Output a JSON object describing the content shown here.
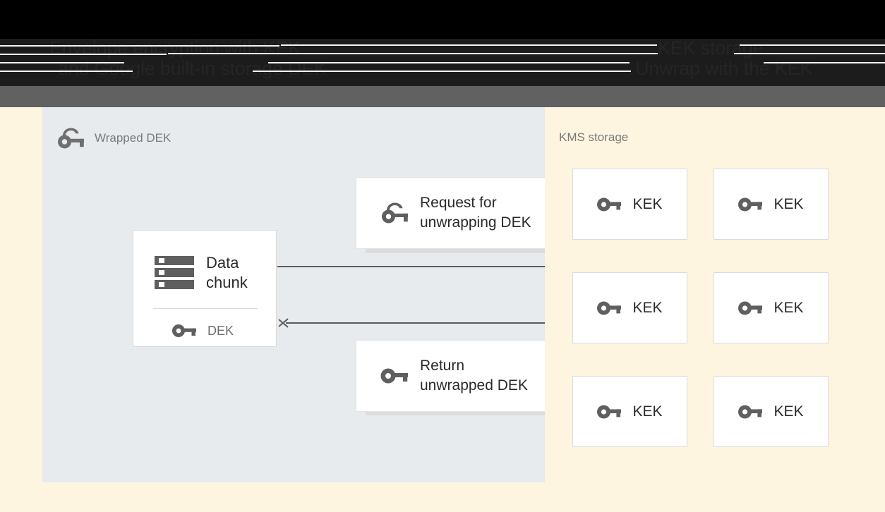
{
  "browser_chrome": {
    "title_line_1": "Envelope encryption with KEK",
    "title_line_2": "and Google built-in storage DEK",
    "right_line_1": "KEK storage",
    "right_line_2": "Unwrap with the KEK",
    "toolbar_color": "#616161",
    "band_color": "#1c1c1c"
  },
  "colors": {
    "page_background": "#fdf5e0",
    "left_panel": "#e7ebee",
    "right_panel": "#fdf5e0",
    "card_white": "#ffffff",
    "card_shadow": "#dcdcdc",
    "icon_grey": "#5f5f5f",
    "text_dark": "#2a2a2a",
    "text_muted": "#7a7a7a",
    "arrow": "#5c5c5c"
  },
  "left_panel": {
    "label": "Wrapped DEK",
    "icon": "wrapped-key-icon",
    "data_chunk_card": {
      "title": "Data\nchunk",
      "icon": "data-storage-icon",
      "key_item": {
        "label": "DEK",
        "icon": "key-icon"
      }
    },
    "messages": [
      {
        "id": "request-unwrapping-dek",
        "text": "Request for\nunwrapping DEK",
        "icon": "wrapped-key-icon"
      },
      {
        "id": "return-unwrapped-dek",
        "text": "Return\nunwrapped DEK",
        "icon": "key-icon"
      }
    ],
    "arrows": [
      {
        "id": "arrow-to-kms",
        "direction": "right",
        "head": "filled"
      },
      {
        "id": "arrow-from-kms",
        "direction": "left",
        "head": "chevron"
      }
    ]
  },
  "right_panel": {
    "label": "KMS storage",
    "kek_cards": [
      {
        "label": "KEK",
        "icon": "key-icon"
      },
      {
        "label": "KEK",
        "icon": "key-icon"
      },
      {
        "label": "KEK",
        "icon": "key-icon"
      },
      {
        "label": "KEK",
        "icon": "key-icon"
      },
      {
        "label": "KEK",
        "icon": "key-icon"
      },
      {
        "label": "KEK",
        "icon": "key-icon"
      }
    ]
  }
}
